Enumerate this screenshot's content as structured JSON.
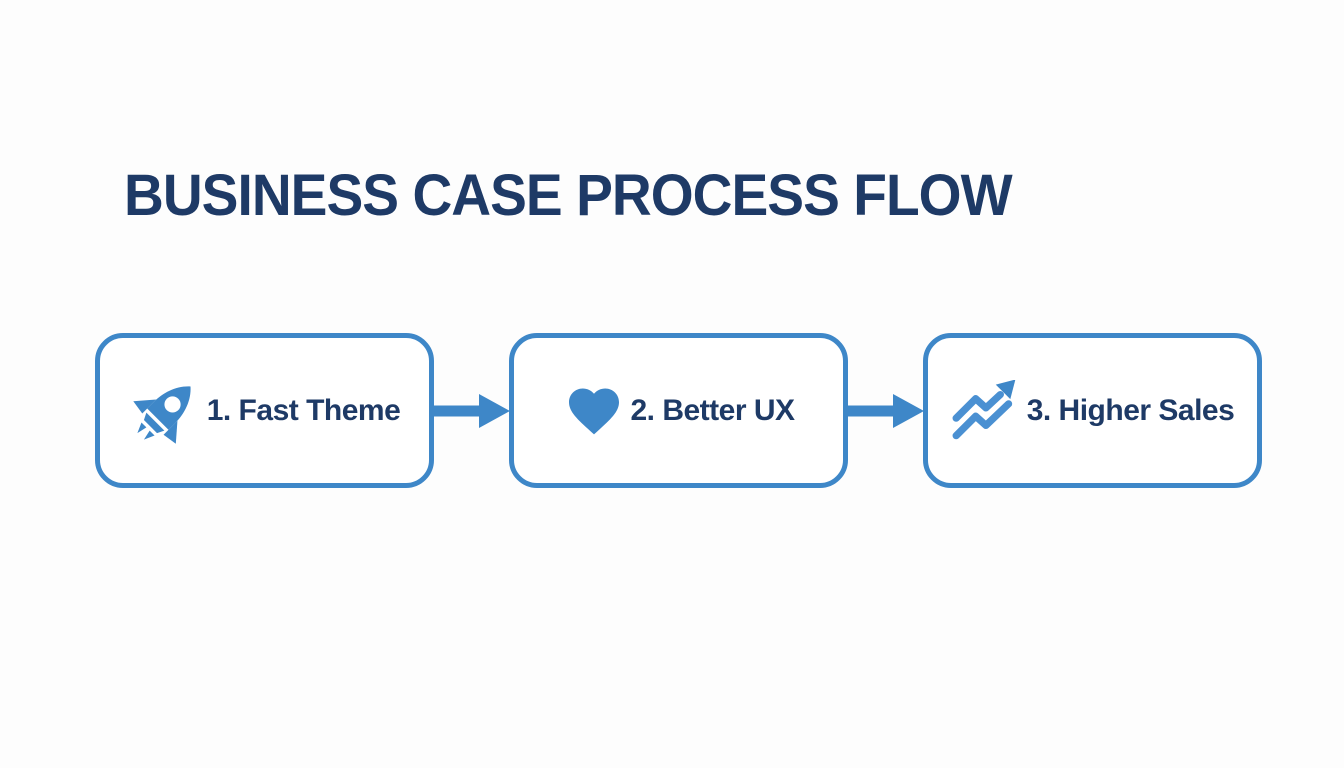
{
  "title": "BUSINESS CASE PROCESS FLOW",
  "colors": {
    "accent_blue": "#3e87c8",
    "icon_blue": "#4a90d2",
    "heading_navy": "#1e3a66",
    "background": "#fdfdfd",
    "box_fill": "#ffffff"
  },
  "flow": {
    "connector_shape": "arrow-right",
    "steps": [
      {
        "order": 1,
        "label": "1. Fast Theme",
        "icon": "rocket-icon"
      },
      {
        "order": 2,
        "label": "2. Better UX",
        "icon": "heart-icon"
      },
      {
        "order": 3,
        "label": "3. Higher Sales",
        "icon": "trending-up-icon"
      }
    ]
  }
}
